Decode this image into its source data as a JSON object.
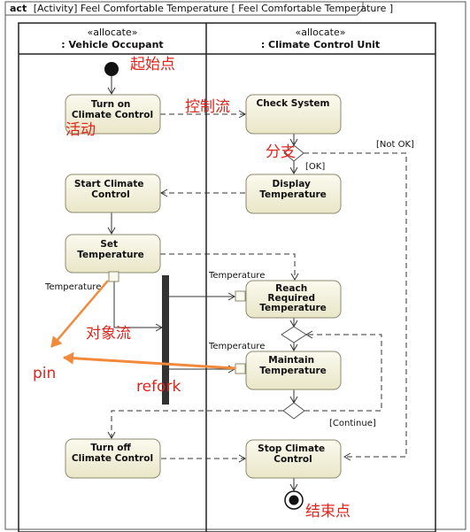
{
  "frame": {
    "prefix": "act",
    "title": "[Activity] Feel Comfortable Temperature [ Feel Comfortable Temperature ]"
  },
  "lanes": [
    {
      "stereotype": "«allocate»",
      "name": ": Vehicle Occupant"
    },
    {
      "stereotype": "«allocate»",
      "name": ": Climate Control Unit"
    }
  ],
  "actions": {
    "turn_on": [
      "Turn on",
      "Climate Control"
    ],
    "check_system": [
      "Check System"
    ],
    "start_climate": [
      "Start Climate",
      "Control"
    ],
    "display_temp": [
      "Display",
      "Temperature"
    ],
    "set_temp": [
      "Set",
      "Temperature"
    ],
    "reach_temp": [
      "Reach",
      "Required",
      "Temperature"
    ],
    "maintain_temp": [
      "Maintain",
      "Temperature"
    ],
    "turn_off": [
      "Turn off",
      "Climate Control"
    ],
    "stop_climate": [
      "Stop Climate",
      "Control"
    ]
  },
  "pins": {
    "set_temp_out": "Temperature",
    "reach_in": "Temperature",
    "maintain_in": "Temperature"
  },
  "guards": {
    "not_ok": "[Not OK]",
    "ok": "[OK]",
    "continue": "[Continue]"
  },
  "annotations": {
    "initial": "起始点",
    "control_flow": "控制流",
    "activity": "活动",
    "branch": "分支",
    "object_flow": "对象流",
    "pin": "pin",
    "refork": "refork",
    "final": "结束点"
  },
  "colors": {
    "action_fill": "#f3f1dc",
    "action_stroke": "#8c8a6e",
    "annotation_text": "#e0241b",
    "annotation_arrow": "#f28a3c"
  }
}
